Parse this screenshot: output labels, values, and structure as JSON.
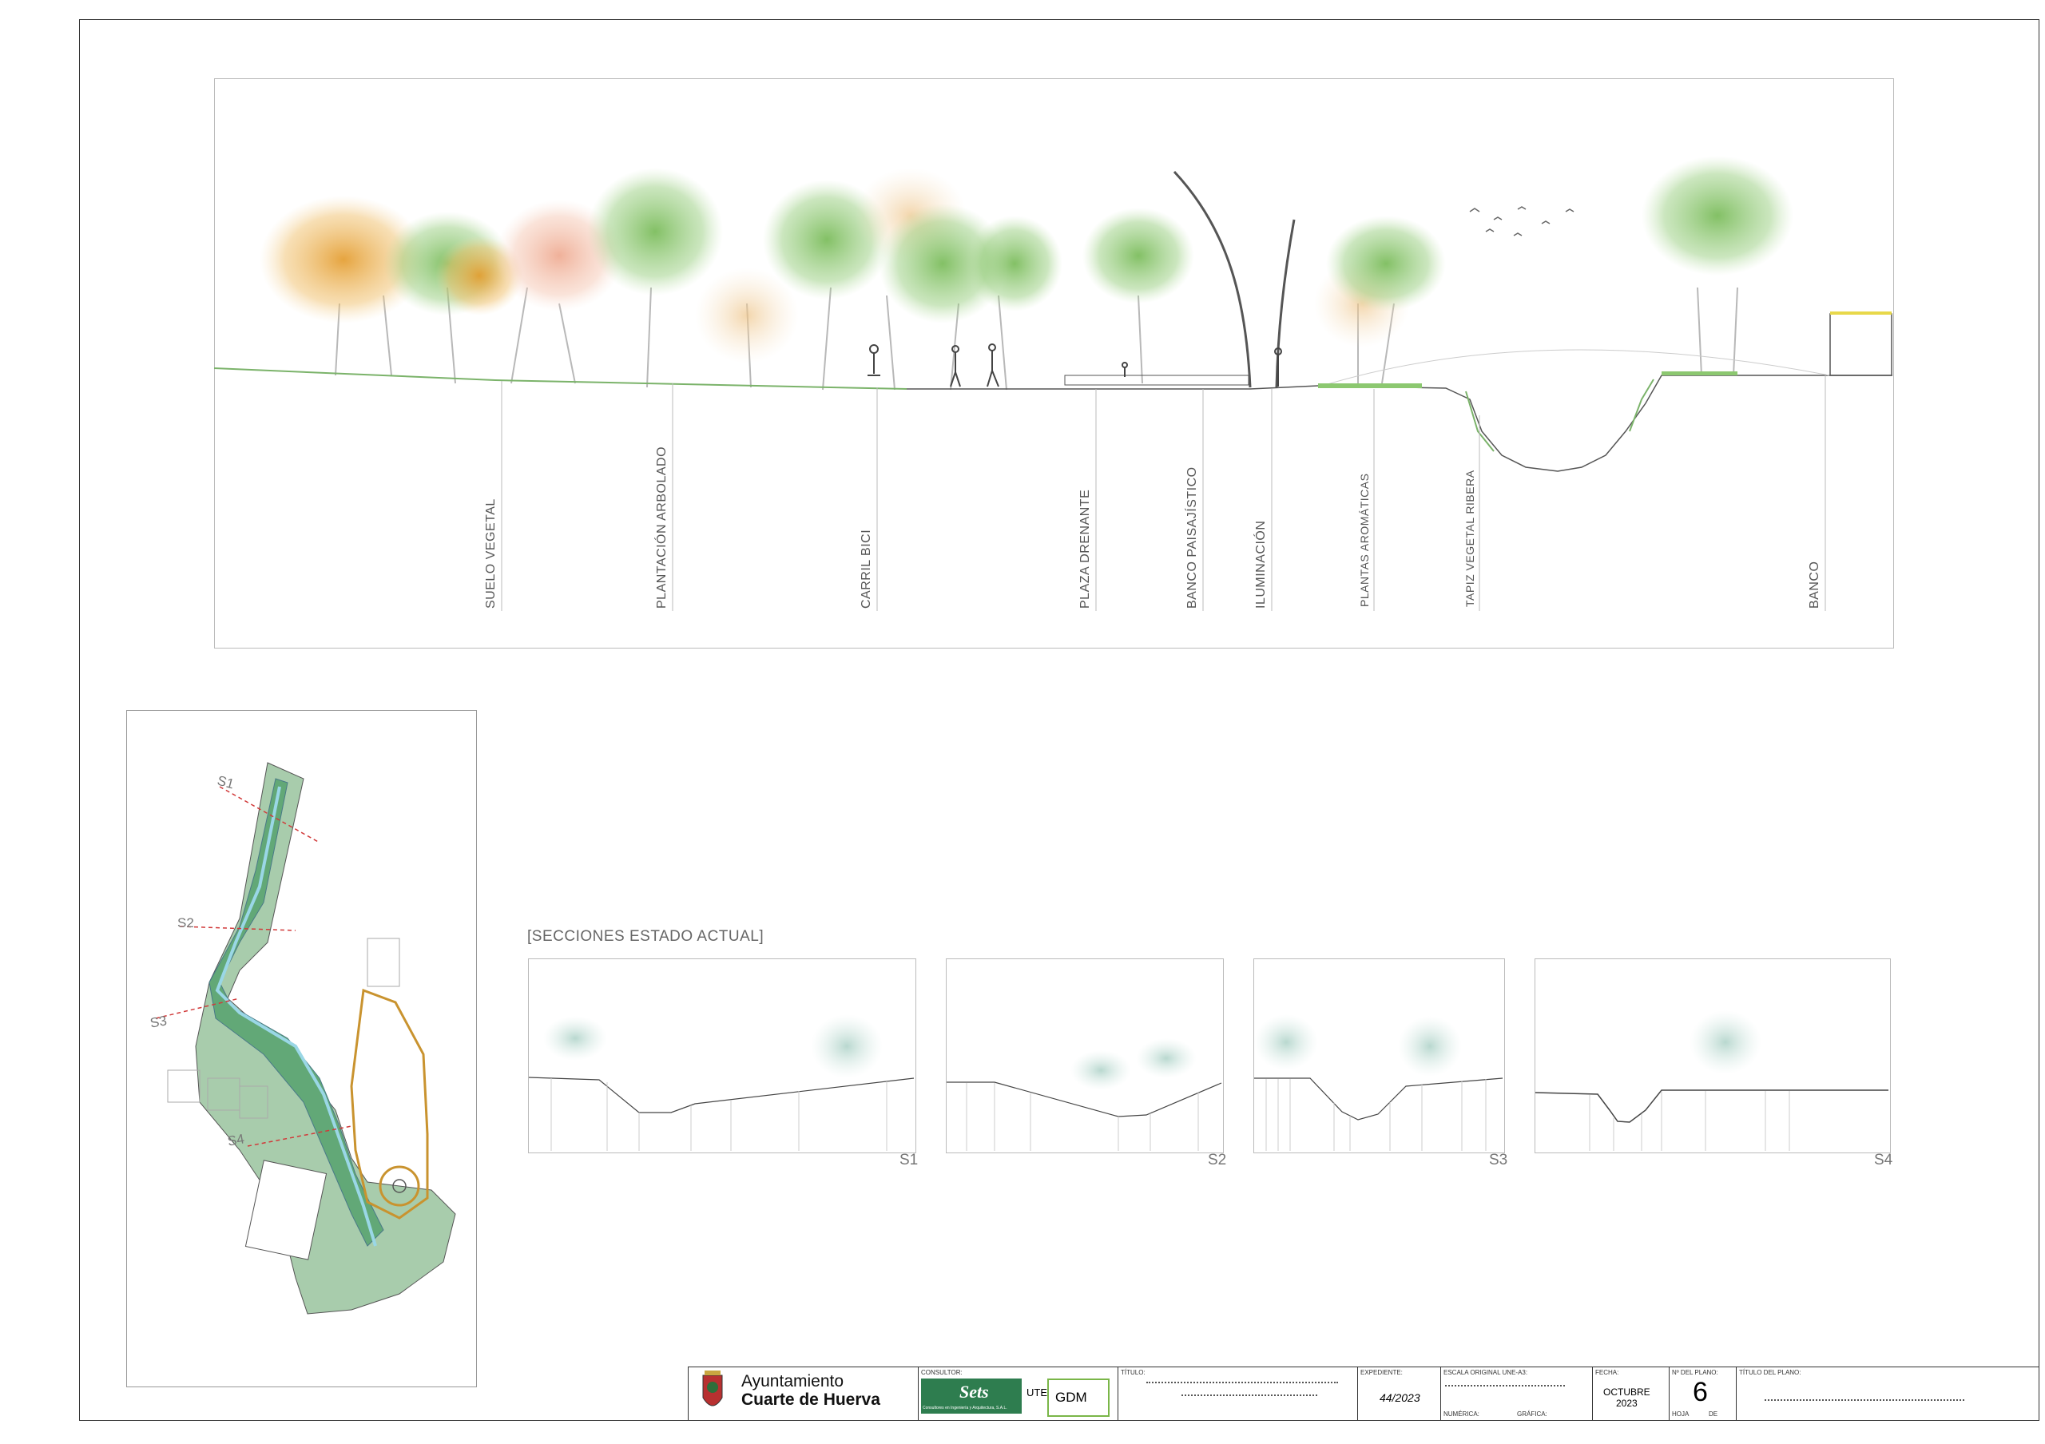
{
  "section_labels": [
    {
      "id": "suelo",
      "text": "SUELO VEGETAL"
    },
    {
      "id": "plantacion",
      "text": "PLANTACIÓN ARBOLADO"
    },
    {
      "id": "carril",
      "text": "CARRIL BICI"
    },
    {
      "id": "plaza",
      "text": "PLAZA DRENANTE"
    },
    {
      "id": "banco-pais",
      "text": "BANCO PAISAJÍSTICO"
    },
    {
      "id": "ilum",
      "text": "ILUMINACIÓN"
    },
    {
      "id": "aromaticas",
      "text": "PLANTAS AROMÁTICAS"
    },
    {
      "id": "tapiz",
      "text": "TAPIZ VEGETAL RIBERA"
    },
    {
      "id": "banco",
      "text": "BANCO"
    }
  ],
  "secciones": {
    "title": "[SECCIONES ESTADO ACTUAL]",
    "codes": [
      "S1",
      "S2",
      "S3",
      "S4"
    ]
  },
  "plan_markers": [
    "S1",
    "S2",
    "S3",
    "S4"
  ],
  "title_block": {
    "municipality_line1": "Ayuntamiento",
    "municipality_line2": "Cuarte de Huerva",
    "consultor_label": "CONSULTOR:",
    "sets_logo": "Sets",
    "sets_tagline": "Consultores en Ingeniería y Arquitectura, S.A.L.",
    "ute": "UTE",
    "gdm": "GDM",
    "titulo_label": "TÍTULO:",
    "expediente_label": "EXPEDIENTE:",
    "expediente_value": "44/2023",
    "escala_label": "ESCALA ORIGINAL UNE-A3:",
    "numerica_label": "NUMÉRICA:",
    "grafica_label": "GRÁFICA:",
    "fecha_label": "FECHA:",
    "fecha_month": "OCTUBRE",
    "fecha_year": "2023",
    "nplano_label": "Nº DEL PLANO:",
    "nplano_value": "6",
    "hoja_label": "HOJA",
    "de_label": "DE",
    "titulo_plano_label": "TÍTULO DEL PLANO:"
  },
  "colors": {
    "tree_green": "#7fbf5a",
    "tree_orange": "#e8a640",
    "tree_peach": "#f0b49a",
    "water": "#8ecfe0",
    "river_green": "#5aa86a",
    "ground_line": "#7bb36a",
    "yellow": "#e8d84a"
  }
}
